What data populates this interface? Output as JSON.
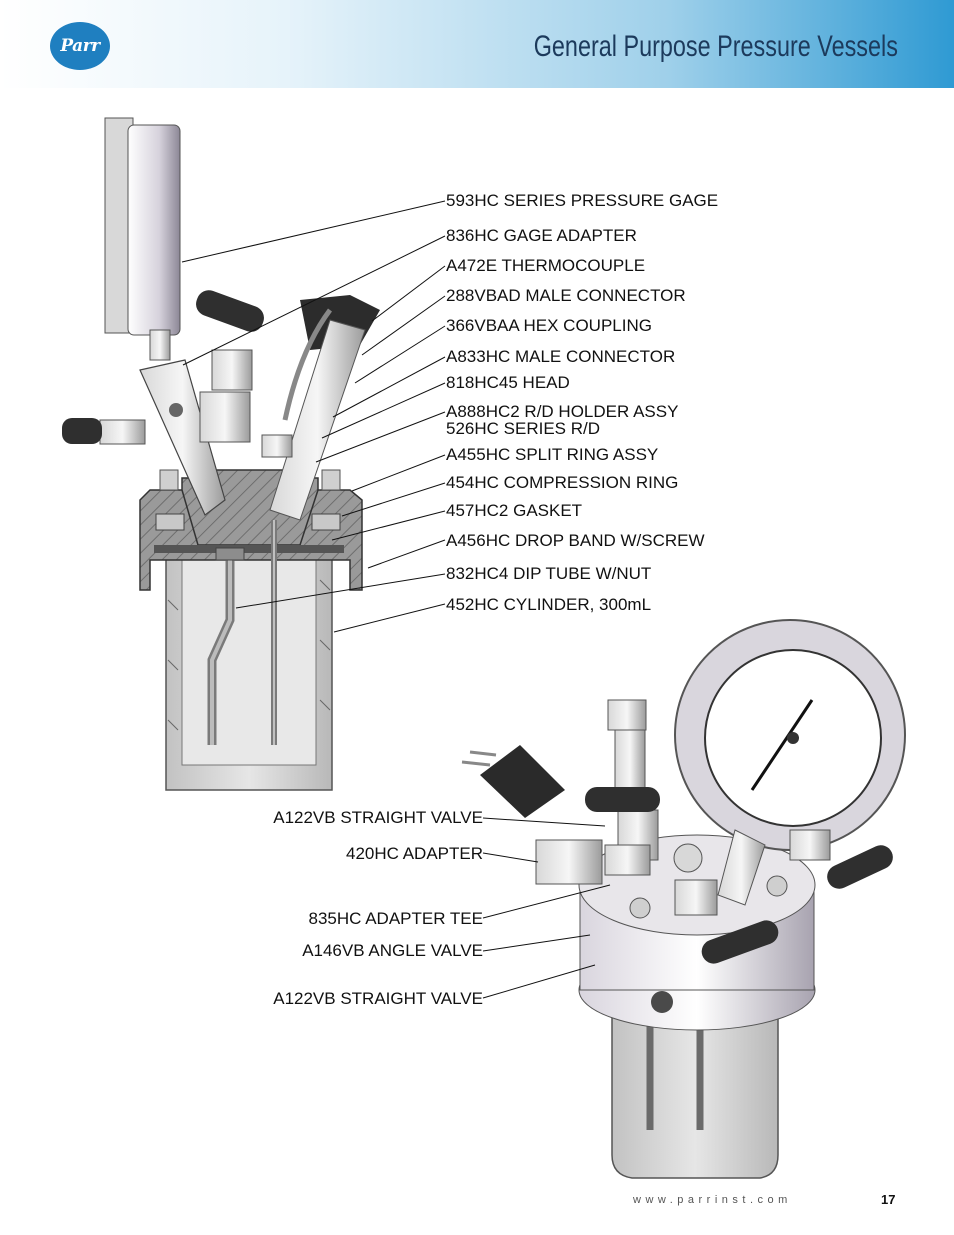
{
  "header": {
    "logo_text": "Parr",
    "title": "General Purpose Pressure Vessels"
  },
  "diagram_top": {
    "labels": [
      "593HC SERIES PRESSURE GAGE",
      "836HC GAGE ADAPTER",
      "A472E THERMOCOUPLE",
      "288VBAD MALE CONNECTOR",
      "366VBAA HEX COUPLING",
      "A833HC MALE CONNECTOR",
      "818HC45 HEAD",
      "A888HC2 R/D HOLDER ASSY",
      "526HC SERIES R/D",
      "A455HC SPLIT RING ASSY",
      "454HC COMPRESSION RING",
      "457HC2 GASKET",
      "A456HC DROP BAND W/SCREW",
      "832HC4 DIP TUBE W/NUT",
      "452HC CYLINDER, 300mL"
    ]
  },
  "diagram_bottom": {
    "labels": [
      "A122VB STRAIGHT VALVE",
      "420HC ADAPTER",
      "835HC ADAPTER TEE",
      "A146VB ANGLE VALVE",
      "A122VB STRAIGHT VALVE"
    ]
  },
  "footer": {
    "url": "www.parrinst.com",
    "page_number": "17"
  }
}
